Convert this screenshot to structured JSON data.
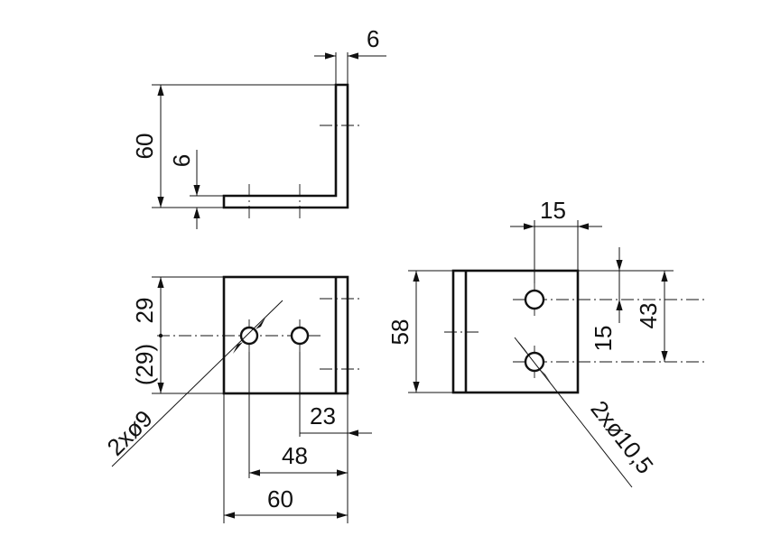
{
  "dimensions": {
    "top_thickness": "6",
    "top_height": "60",
    "top_flange_thickness": "6",
    "front_half_height": "29",
    "front_half_height_ref": "(29)",
    "front_hole_label": "2xø9",
    "front_edge_to_hole": "23",
    "front_hole_to_hole": "48",
    "front_width": "60",
    "side_height": "58",
    "side_hole_offset": "15",
    "side_hole_spacing": "15",
    "side_top_to_hole": "43",
    "side_hole_label": "2xø10,5"
  },
  "colors": {
    "line": "#111111",
    "background": "#ffffff"
  }
}
